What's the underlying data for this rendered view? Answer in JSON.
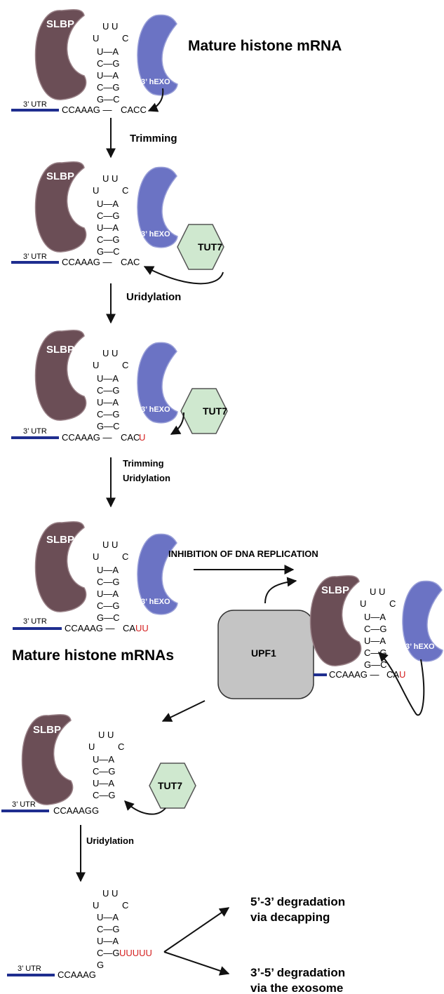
{
  "colors": {
    "slbp": "#6b4e56",
    "hexo": "#6b73c4",
    "tut7": "#cfe8cf",
    "upf1": "#c4c4c4",
    "utr_line": "#1f2e8f",
    "uridine": "#d42020"
  },
  "labels": {
    "slbp": "SLBP",
    "hexo": "3’ hEXO",
    "tut7": "TUT7",
    "upf1": "UPF1",
    "utr": "3’ UTR",
    "title_top": "Mature histone mRNA",
    "title_mid": "Mature histone mRNAs",
    "inhibition": "INHIBITION OF DNA REPLICATION",
    "step_trimming": "Trimming",
    "step_uridylation": "Uridylation",
    "step_trim_uri_1": "Trimming",
    "step_trim_uri_2": "Uridylation",
    "step_uridylation_2": "Uridylation",
    "out_a_1": "5’-3’ degradation",
    "out_a_2": "via decapping",
    "out_b_1": "3’-5’ degradation",
    "out_b_2": "via the exosome"
  },
  "stem": {
    "loop_top": "U U",
    "loop_left": "U",
    "loop_right": "C",
    "pairs": [
      "U—A",
      "C—G",
      "U—A",
      "C—G",
      "G—C"
    ],
    "pairs_short": [
      "U—A",
      "C—G",
      "U—A",
      "C—G"
    ],
    "pairs_last": [
      "U—A",
      "C—G",
      "U—A"
    ],
    "c_g": "C—G",
    "g": "G",
    "ccaaag": "CCAAAG",
    "ccaaag_dash": "CCAAAG —",
    "cacc": "CACC",
    "cac": "CAC",
    "ca": "CA",
    "u": "U",
    "uu": "UU",
    "uuuuu": "UUUUU"
  }
}
